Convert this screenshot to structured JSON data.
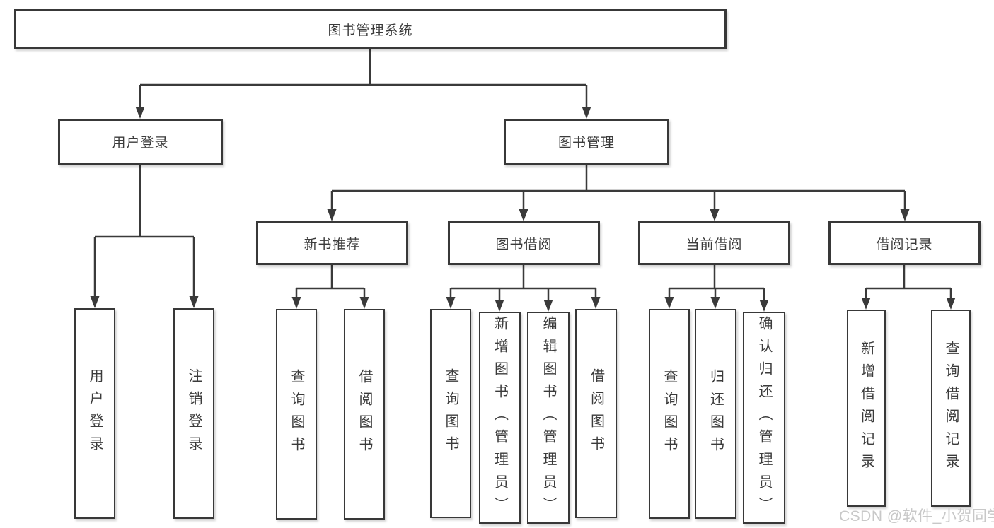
{
  "diagram_type": "hierarchy-tree",
  "colors": {
    "line": "#3a3a3a",
    "box_border": "#383838",
    "box_fill": "#ffffff",
    "text": "#3b3b3b",
    "watermark_text_color": "#c8c8c8",
    "background": "#ffffff"
  },
  "watermark": {
    "text": "CSDN @软件_小贺同学"
  },
  "tree": {
    "root": {
      "label": "图书管理系统",
      "children": [
        {
          "label": "用户登录",
          "children": [
            {
              "label": "用户登录"
            },
            {
              "label": "注销登录"
            }
          ]
        },
        {
          "label": "图书管理",
          "children": [
            {
              "label": "新书推荐",
              "children": [
                {
                  "label": "查询图书"
                },
                {
                  "label": "借阅图书"
                }
              ]
            },
            {
              "label": "图书借阅",
              "children": [
                {
                  "label": "查询图书"
                },
                {
                  "label": "新增图书（管理员）"
                },
                {
                  "label": "编辑图书（管理员）"
                },
                {
                  "label": "借阅图书"
                }
              ]
            },
            {
              "label": "当前借阅",
              "children": [
                {
                  "label": "查询图书"
                },
                {
                  "label": "归还图书"
                },
                {
                  "label": "确认归还（管理员）"
                }
              ]
            },
            {
              "label": "借阅记录",
              "children": [
                {
                  "label": "新增借阅记录"
                },
                {
                  "label": "查询借阅记录"
                }
              ]
            }
          ]
        }
      ]
    }
  }
}
